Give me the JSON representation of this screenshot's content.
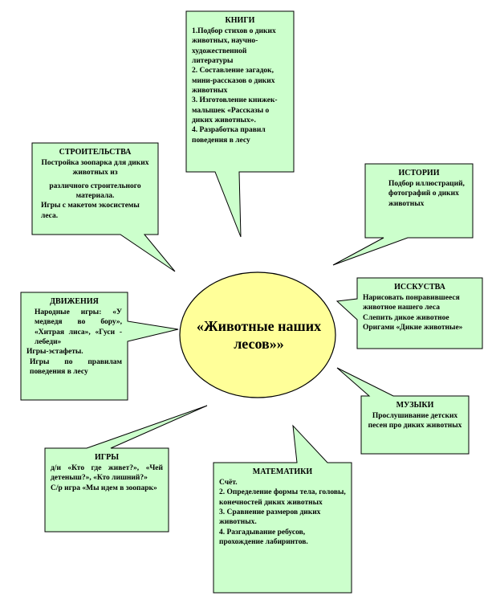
{
  "colors": {
    "box_fill": "#ccffcc",
    "center_fill": "#ffff99",
    "stroke": "#000000"
  },
  "center": {
    "title": "«Животные наших лесов»»"
  },
  "books": {
    "title": "КНИГИ",
    "lines": [
      "1.Подбор стихов о диких животных, научно-художественной литературы",
      "2. Составление загадок, мини-рассказов о диких животных",
      "3. Изготовление книжек-малышек «Рассказы о диких животных».",
      "4. Разработка правил поведения в лесу"
    ]
  },
  "construction": {
    "title": "СТРОИТЕЛЬСТВА",
    "lines": [
      "Постройка зоопарка для диких животных из",
      "различного строительного материала.",
      "Игры с макетом экосистемы леса."
    ]
  },
  "history": {
    "title": "ИСТОРИИ",
    "lines": [
      "Подбор иллюстраций, фотографий о диких животных"
    ]
  },
  "movement": {
    "title": "ДВИЖЕНИЯ",
    "lines": [
      "Народные игры: «У медведя во бору», «Хитрая лиса», «Гуси - лебеди»",
      "Игры-эстафеты.",
      "Игры по правилам поведения в лесу"
    ]
  },
  "arts": {
    "title": "ИССКУСТВА",
    "lines": [
      "Нарисовать понравившееся животное нашего леса",
      "Слепить дикое животное",
      "Оригами «Дикие животные»"
    ]
  },
  "music": {
    "title": "МУЗЫКИ",
    "lines": [
      "Прослушивание детских песен про диких животных"
    ]
  },
  "games": {
    "title": "ИГРЫ",
    "lines": [
      "д/и «Кто где живет?», «Чей детеныш?», «Кто лишний?»",
      "С/р игра «Мы идем в зоопарк»"
    ]
  },
  "math": {
    "title": "МАТЕМАТИКИ",
    "lines": [
      "Счёт.",
      "2. Определение формы тела, головы, конечностей диких животных",
      "3. Сравнение размеров диких животных.",
      "4. Разгадывание ребусов, прохождение лабиринтов."
    ]
  }
}
